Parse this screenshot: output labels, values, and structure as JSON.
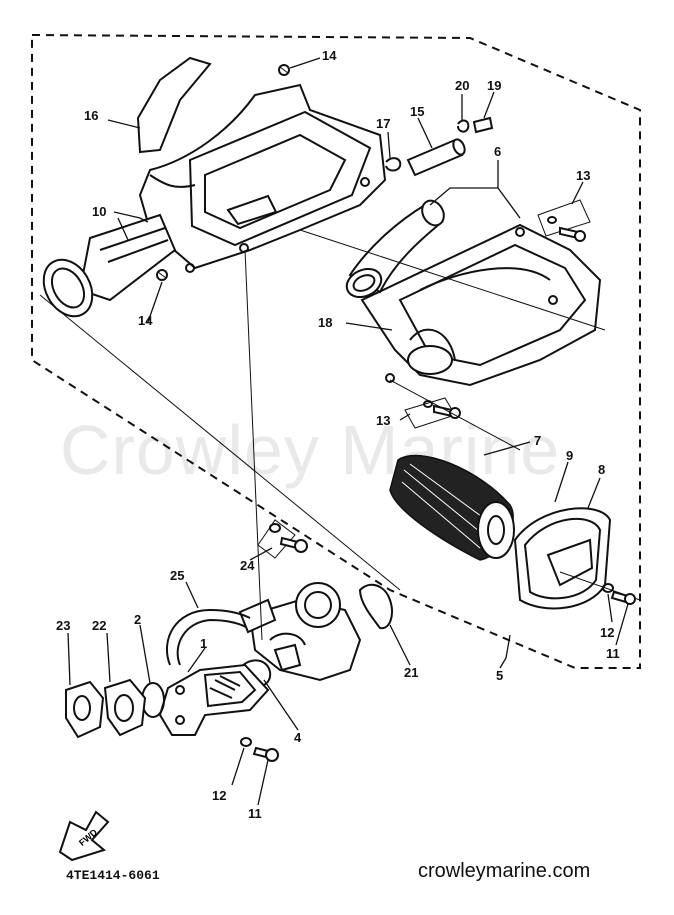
{
  "watermark": "Crowley Marine",
  "drawing_code": "4TE1414-6061",
  "site": "crowleymarine.com",
  "fwd_label": "FWD",
  "callouts": {
    "c1": "1",
    "c2": "2",
    "c4": "4",
    "c5": "5",
    "c6": "6",
    "c7": "7",
    "c8": "8",
    "c9": "9",
    "c10": "10",
    "c11a": "11",
    "c11b": "11",
    "c12a": "12",
    "c12b": "12",
    "c13a": "13",
    "c13b": "13",
    "c14a": "14",
    "c14b": "14",
    "c15": "15",
    "c16": "16",
    "c17": "17",
    "c18": "18",
    "c19": "19",
    "c20": "20",
    "c21": "21",
    "c22": "22",
    "c23": "23",
    "c24": "24",
    "c25": "25"
  }
}
